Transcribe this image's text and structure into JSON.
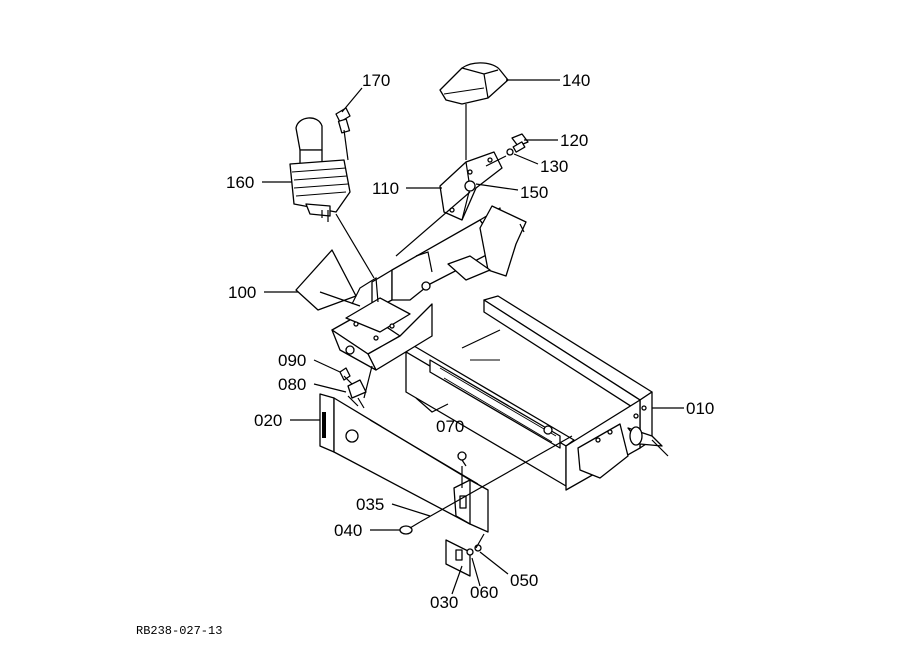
{
  "drawing": {
    "code": "RB238-027-13"
  },
  "callouts": [
    {
      "id": "p170",
      "text": "170"
    },
    {
      "id": "p140",
      "text": "140"
    },
    {
      "id": "p120",
      "text": "120"
    },
    {
      "id": "p130",
      "text": "130"
    },
    {
      "id": "p160",
      "text": "160"
    },
    {
      "id": "p110",
      "text": "110"
    },
    {
      "id": "p150",
      "text": "150"
    },
    {
      "id": "p100",
      "text": "100"
    },
    {
      "id": "p090",
      "text": "090"
    },
    {
      "id": "p080",
      "text": "080"
    },
    {
      "id": "p010",
      "text": "010"
    },
    {
      "id": "p020",
      "text": "020"
    },
    {
      "id": "p070",
      "text": "070"
    },
    {
      "id": "p035",
      "text": "035"
    },
    {
      "id": "p040",
      "text": "040"
    },
    {
      "id": "p050",
      "text": "050"
    },
    {
      "id": "p030",
      "text": "030"
    },
    {
      "id": "p060",
      "text": "060"
    }
  ]
}
